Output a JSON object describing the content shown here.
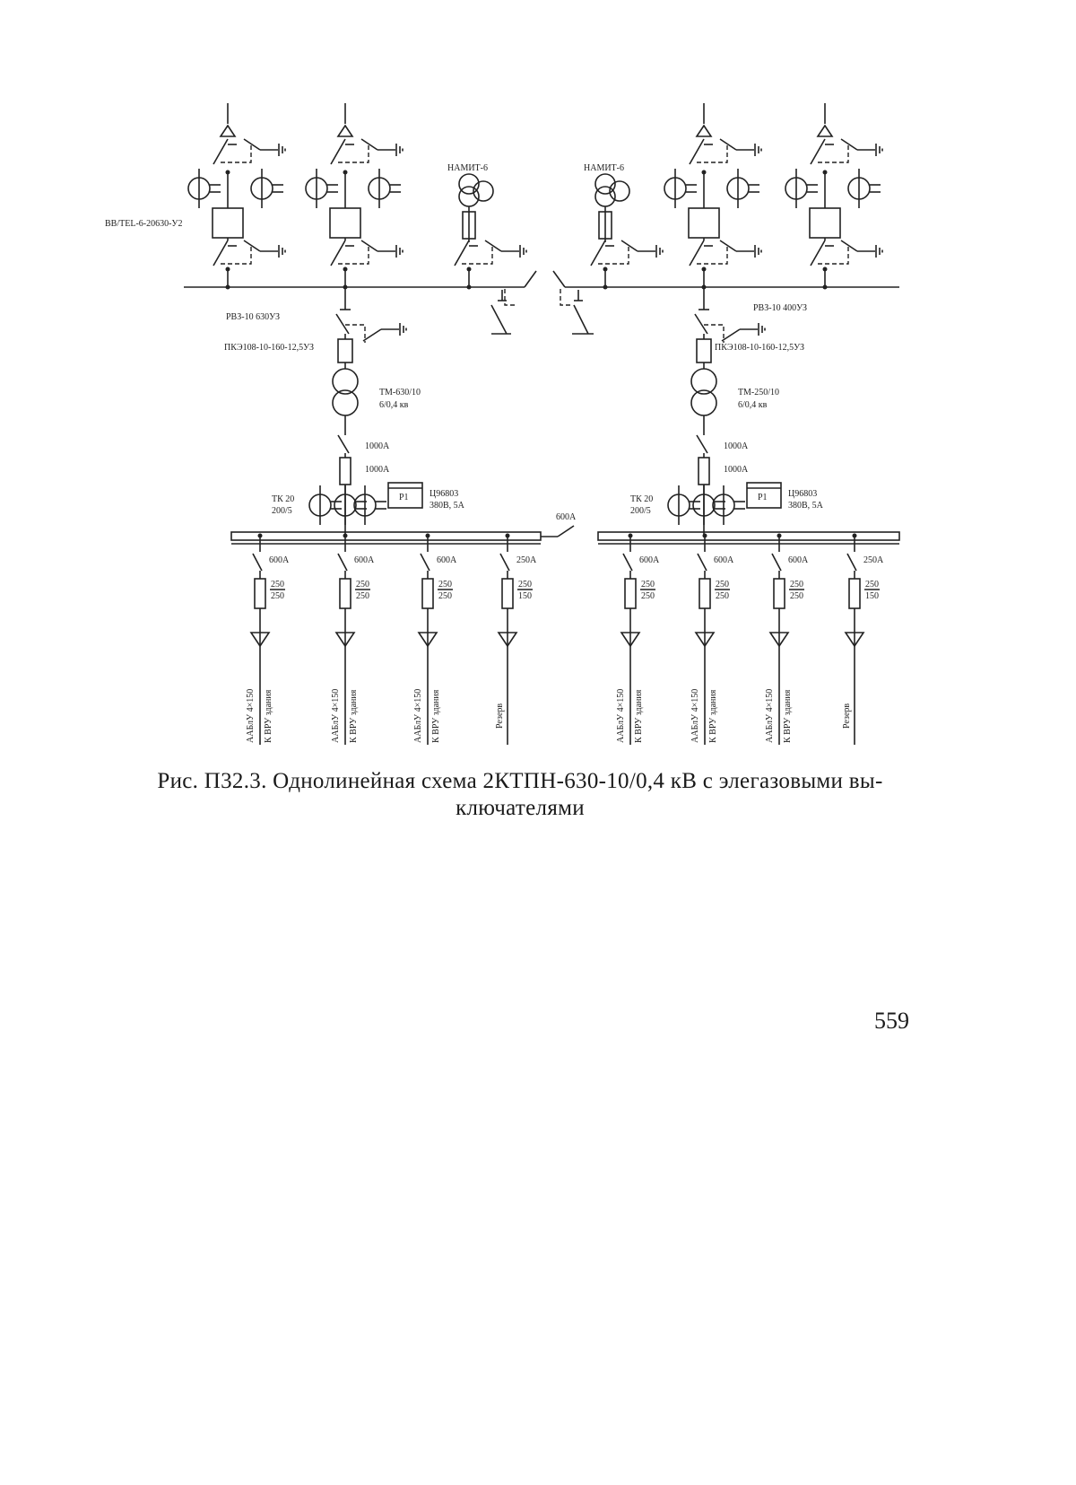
{
  "diagram": {
    "hv_labels": {
      "breaker": "ВВ/TEL-6-20630-У2",
      "namit_left": "НАМИТ-6",
      "namit_right": "НАМИТ-6",
      "rvz_left": "РВЗ-10 630УЗ",
      "rvz_right": "РВЗ-10 400УЗ",
      "fuse_left": "ПКЭ108-10-160-12,5УЗ",
      "fuse_right": "ПКЭ108-10-160-12,5УЗ"
    },
    "transformers": [
      {
        "name": "ТМ-630/10",
        "voltage": "6/0,4 кв",
        "switch": "1000А",
        "fuse": "1000А",
        "ct": "ТК 20",
        "ct_ratio": "200/5",
        "meter": "Р1",
        "meter_type": "Ц96803",
        "meter_rating": "380В, 5А"
      },
      {
        "name": "ТМ-250/10",
        "voltage": "6/0,4 кв",
        "switch": "1000А",
        "fuse": "1000А",
        "ct": "ТК 20",
        "ct_ratio": "200/5",
        "meter": "Р1",
        "meter_type": "Ц96803",
        "meter_rating": "380В, 5А"
      }
    ],
    "section_switch": "600А",
    "feeders": [
      {
        "switch": "600А",
        "fuse_top": "250",
        "fuse_bottom": "250",
        "cable": "ААБлУ 4×150",
        "dest": "К ВРУ здания"
      },
      {
        "switch": "600А",
        "fuse_top": "250",
        "fuse_bottom": "250",
        "cable": "ААБлУ 4×150",
        "dest": "К ВРУ здания"
      },
      {
        "switch": "600А",
        "fuse_top": "250",
        "fuse_bottom": "250",
        "cable": "ААБлУ 4×150",
        "dest": "К ВРУ здания"
      },
      {
        "switch": "250А",
        "fuse_top": "250",
        "fuse_bottom": "150",
        "cable": "",
        "dest": "Резерв"
      },
      {
        "switch": "600А",
        "fuse_top": "250",
        "fuse_bottom": "250",
        "cable": "ААБлУ 4×150",
        "dest": "К ВРУ здания"
      },
      {
        "switch": "600А",
        "fuse_top": "250",
        "fuse_bottom": "250",
        "cable": "ААБлУ 4×150",
        "dest": "К ВРУ здания"
      },
      {
        "switch": "600А",
        "fuse_top": "250",
        "fuse_bottom": "250",
        "cable": "ААБлУ 4×150",
        "dest": "К ВРУ здания"
      },
      {
        "switch": "250А",
        "fuse_top": "250",
        "fuse_bottom": "150",
        "cable": "",
        "dest": "Резерв"
      }
    ]
  },
  "caption": {
    "line1": "Рис. П32.3. Однолинейная схема 2КТПН-630-10/0,4 кВ с элегазовыми вы-",
    "line2": "ключателями"
  },
  "page_number": "559"
}
